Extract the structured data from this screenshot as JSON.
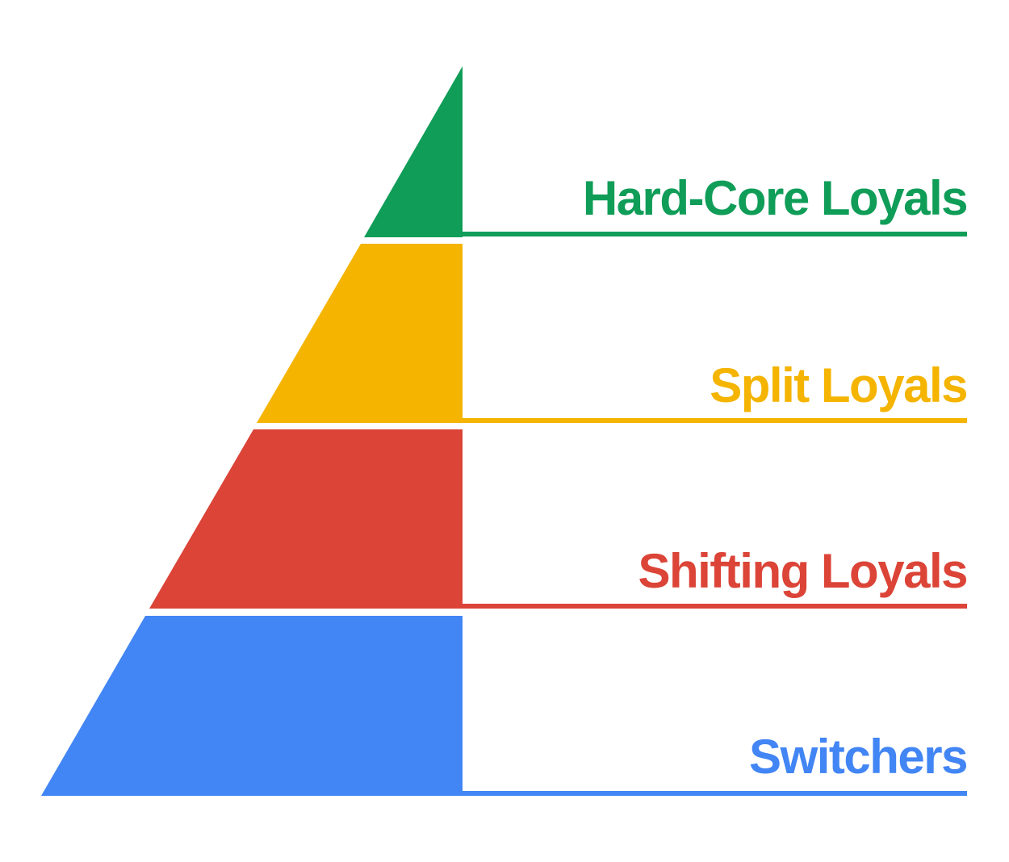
{
  "diagram": {
    "type": "loyalty-pyramid",
    "background": "#FFFFFF",
    "sections": [
      {
        "label": "Hard-Core Loyals",
        "color": "#0F9D58"
      },
      {
        "label": "Split Loyals",
        "color": "#F4B400"
      },
      {
        "label": "Shifting Loyals",
        "color": "#DB4437"
      },
      {
        "label": "Switchers",
        "color": "#4285F4"
      }
    ]
  }
}
